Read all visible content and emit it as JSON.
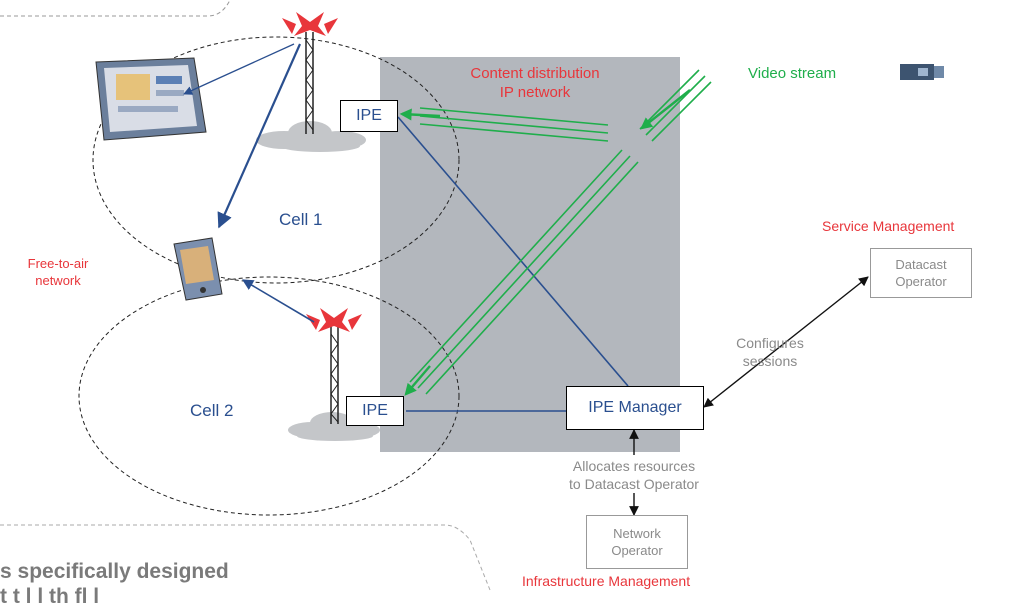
{
  "labels": {
    "content_distribution": "Content distribution",
    "ip_network": "IP network",
    "video_stream": "Video stream",
    "service_management": "Service Management",
    "free_to_air": "Free-to-air",
    "network": "network",
    "cell1": "Cell 1",
    "cell2": "Cell 2",
    "configures": "Configures",
    "sessions": "sessions",
    "allocates_line1": "Allocates resources",
    "allocates_line2": "to Datacast Operator",
    "infrastructure_management": "Infrastructure Management"
  },
  "boxes": {
    "ipe_top": "IPE",
    "ipe_bottom": "IPE",
    "ipe_manager": "IPE Manager",
    "datacast_line1": "Datacast",
    "datacast_line2": "Operator",
    "network_op_line1": "Network",
    "network_op_line2": "Operator"
  },
  "cut_text": {
    "line1": "s specifically designed",
    "line2": "t            t    l    l  th      fl     l"
  },
  "colors": {
    "red_label": "#e8363b",
    "blue_label": "#2a4f8f",
    "green_stream": "#1fae4b",
    "ip_network_panel": "#b3b7bd"
  }
}
